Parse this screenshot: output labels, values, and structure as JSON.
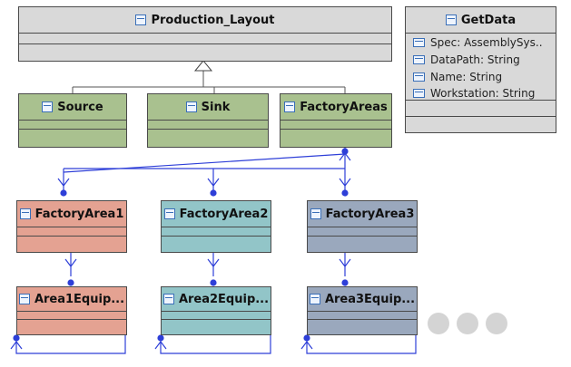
{
  "classes": {
    "production_layout": {
      "name": "Production_Layout",
      "fill": "#d9d9d9"
    },
    "get_data": {
      "name": "GetData",
      "fill": "#d9d9d9",
      "attributes": [
        "Spec: AssemblySys..",
        "DataPath: String",
        "Name: String",
        "Workstation: String"
      ]
    },
    "source": {
      "name": "Source",
      "fill": "#a9c18f"
    },
    "sink": {
      "name": "Sink",
      "fill": "#a9c18f"
    },
    "factory_areas": {
      "name": "FactoryAreas",
      "fill": "#a9c18f"
    },
    "factory_area1": {
      "name": "FactoryArea1",
      "fill": "#e4a292"
    },
    "factory_area2": {
      "name": "FactoryArea2",
      "fill": "#92c5c8"
    },
    "factory_area3": {
      "name": "FactoryArea3",
      "fill": "#9aa8bd"
    },
    "area1_equip": {
      "name": "Area1Equip...",
      "fill": "#e4a292"
    },
    "area2_equip": {
      "name": "Area2Equip...",
      "fill": "#92c5c8"
    },
    "area3_equip": {
      "name": "Area3Equip...",
      "fill": "#9aa8bd"
    }
  },
  "colors": {
    "link": "#2e3fd8",
    "border": "#4a4a4a",
    "ellipsis": "#d4d4d4"
  },
  "ellipsis_icon": "three-dots-icon"
}
